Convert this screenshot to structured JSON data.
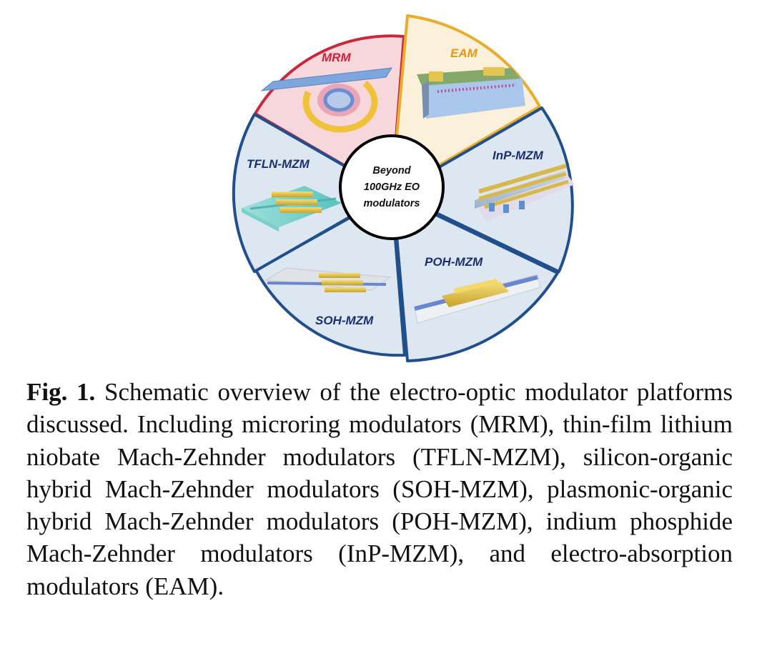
{
  "figure": {
    "center_label_lines": [
      "Beyond",
      "100GHz EO",
      "modulators"
    ],
    "segments": [
      {
        "id": "mrm",
        "label": "MRM",
        "label_color": "#d0213c",
        "fill": "#f6d7db",
        "stroke": "#c8283c"
      },
      {
        "id": "eam",
        "label": "EAM",
        "label_color": "#e39a13",
        "fill": "#fbf0da",
        "stroke": "#e8ad2c"
      },
      {
        "id": "inp",
        "label": "InP-MZM",
        "label_color": "#1c2f6e",
        "fill": "#dde7f1",
        "stroke": "#214f8c"
      },
      {
        "id": "poh",
        "label": "POH-MZM",
        "label_color": "#1c2f6e",
        "fill": "#dde7f1",
        "stroke": "#214f8c"
      },
      {
        "id": "soh",
        "label": "SOH-MZM",
        "label_color": "#1c2f6e",
        "fill": "#dde7f1",
        "stroke": "#214f8c"
      },
      {
        "id": "tfln",
        "label": "TFLN-MZM",
        "label_color": "#1c2f6e",
        "fill": "#dde7f1",
        "stroke": "#214f8c"
      }
    ]
  },
  "caption": {
    "label": "Fig. 1.",
    "text": " Schematic overview of the electro-optic modulator platforms discussed. Including microring modulators (MRM), thin-film lithium niobate Mach-Zehnder modulators (TFLN-MZM), silicon-organic hybrid Mach-Zehnder modulators (SOH-MZM), plasmonic-organic hybrid Mach-Zehnder modulators (POH-MZM), indium phosphide Mach-Zehnder modulators (InP-MZM), and electro-absorption modulators (EAM)."
  }
}
